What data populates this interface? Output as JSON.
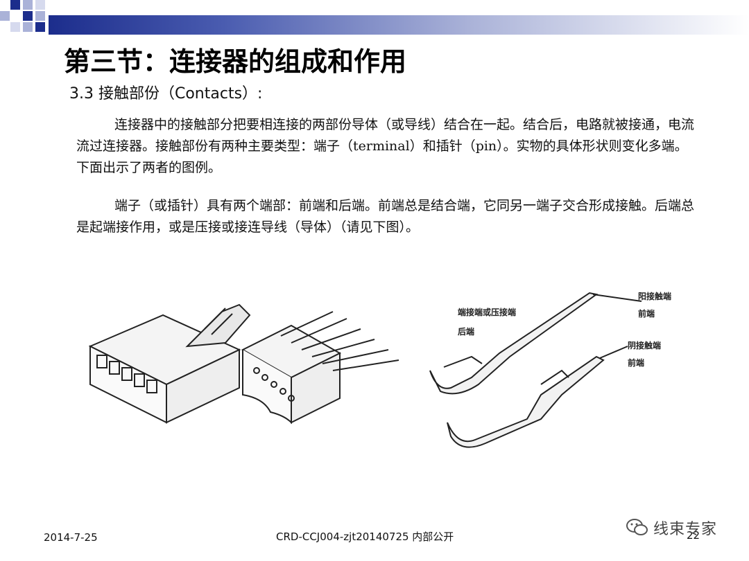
{
  "slide": {
    "title": "第三节：连接器的组成和作用",
    "subtitle": "3.3 接触部份（Contacts）:",
    "paragraphs": [
      "连接器中的接触部分把要相连接的两部份导体（或导线）结合在一起。结合后，电路就被接通，电流流过连接器。接触部份有两种主要类型：端子（terminal）和插针（pin）。实物的具体形状则变化多端。下面出示了两者的图例。",
      "端子（或插针）具有两个端部：前端和后端。前端总是结合端，它同另一端子交合形成接触。后端总是起端接作用，或是压接或接连导线（导体）（请见下图）。"
    ]
  },
  "figure": {
    "labels": {
      "termination": "端接端或压接端",
      "rear": "后端",
      "male_contact": "阳接触端",
      "male_front": "前端",
      "female_contact": "阴接触端",
      "female_front": "前端"
    }
  },
  "footer": {
    "date": "2014-7-25",
    "code": "CRD-CCJ004-zjt20140725 内部公开",
    "page": "22"
  },
  "watermark": {
    "text": "线束专家",
    "icon": "wechat-icon"
  },
  "colors": {
    "accent": "#1c2d8c",
    "accent_light": "#aab2d8"
  }
}
